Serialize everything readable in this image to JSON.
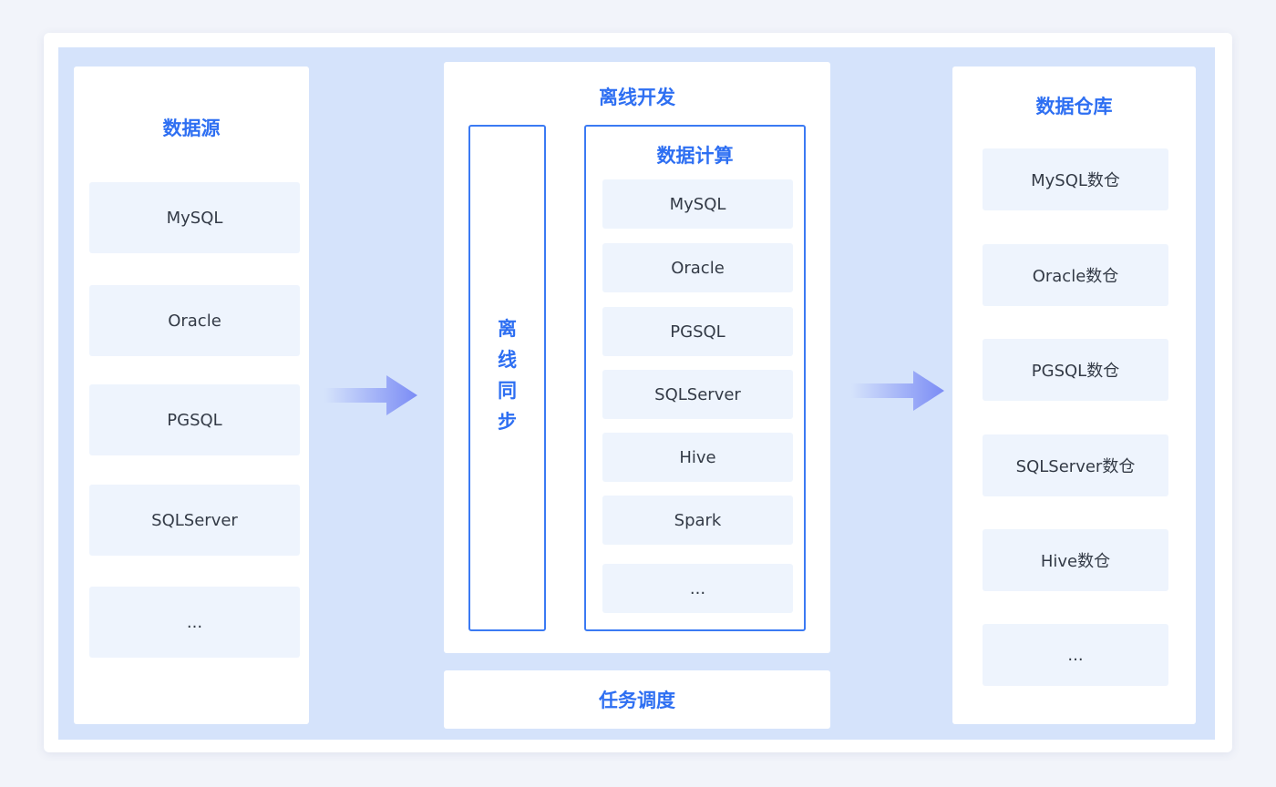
{
  "source": {
    "title": "数据源",
    "items": [
      "MySQL",
      "Oracle",
      "PGSQL",
      "SQLServer",
      "..."
    ]
  },
  "offline_dev": {
    "title": "离线开发",
    "sync_label": [
      "离",
      "线",
      "同",
      "步"
    ],
    "compute": {
      "title": "数据计算",
      "items": [
        "MySQL",
        "Oracle",
        "PGSQL",
        "SQLServer",
        "Hive",
        "Spark",
        "..."
      ]
    }
  },
  "scheduling": {
    "title": "任务调度"
  },
  "warehouse": {
    "title": "数据仓库",
    "items": [
      "MySQL数仓",
      "Oracle数仓",
      "PGSQL数仓",
      "SQLServer数仓",
      "Hive数仓",
      "..."
    ]
  },
  "colors": {
    "accent": "#2e6ff2",
    "stage_bg": "#d5e3fb",
    "item_bg": "#eef4fd",
    "arrow": "#7b8cf5"
  },
  "icons": {
    "flow_arrow": "arrow-right-icon"
  }
}
